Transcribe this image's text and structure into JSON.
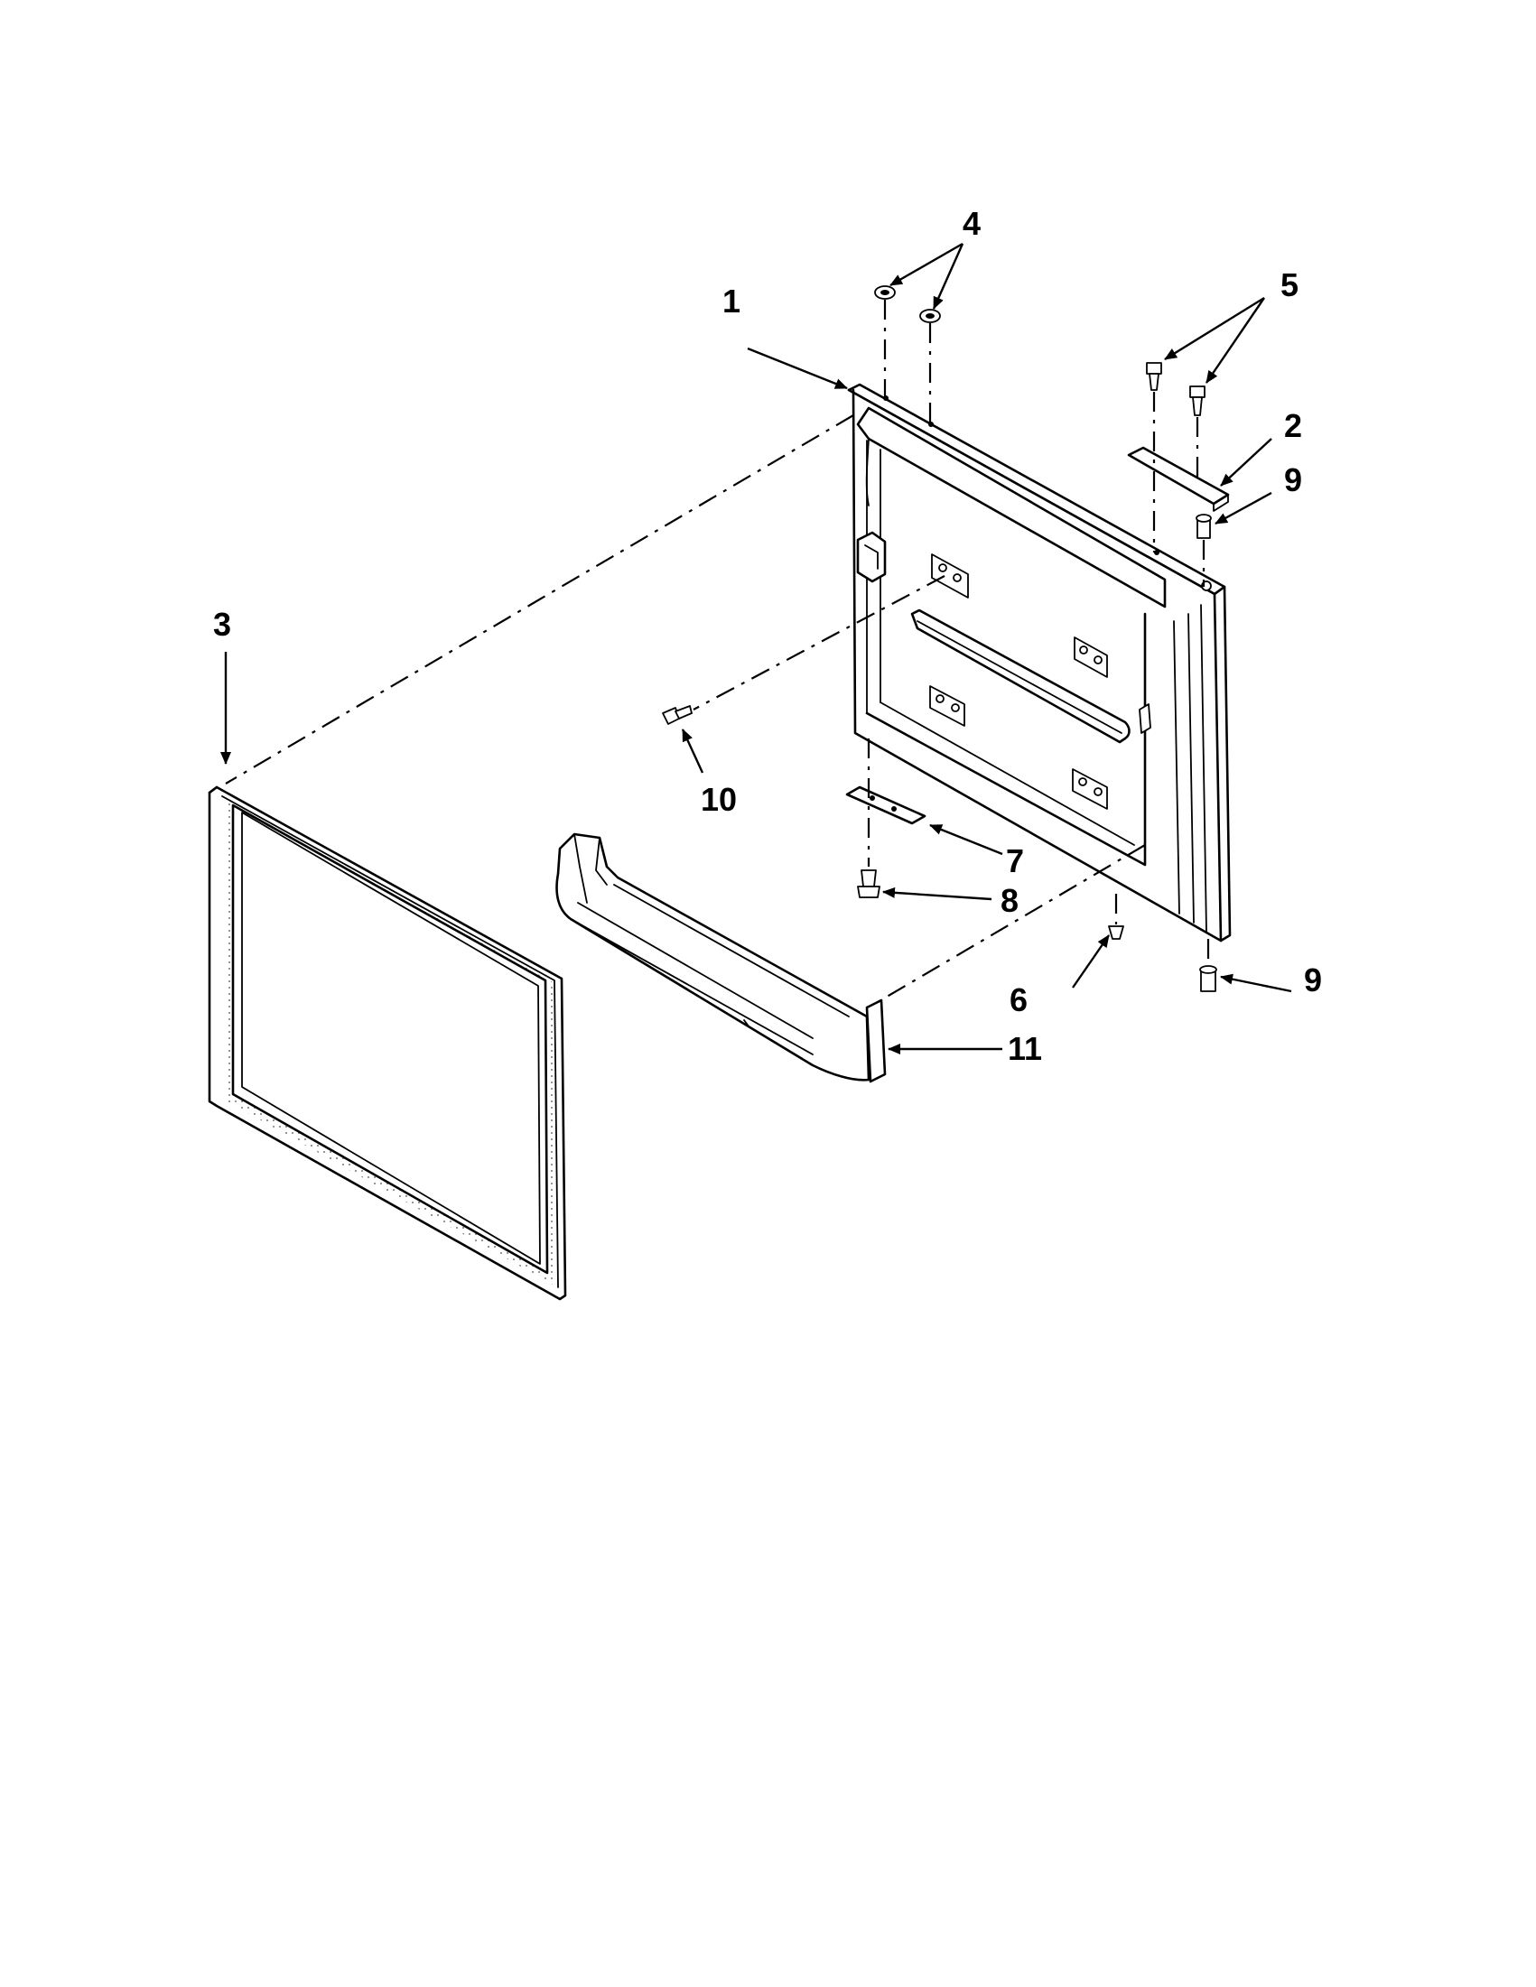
{
  "callouts": [
    {
      "id": "1",
      "label": "1"
    },
    {
      "id": "2",
      "label": "2"
    },
    {
      "id": "3",
      "label": "3"
    },
    {
      "id": "4",
      "label": "4"
    },
    {
      "id": "5",
      "label": "5"
    },
    {
      "id": "6",
      "label": "6"
    },
    {
      "id": "7",
      "label": "7"
    },
    {
      "id": "8",
      "label": "8"
    },
    {
      "id": "9a",
      "label": "9"
    },
    {
      "id": "9b",
      "label": "9"
    },
    {
      "id": "10",
      "label": "10"
    },
    {
      "id": "11",
      "label": "11"
    }
  ]
}
